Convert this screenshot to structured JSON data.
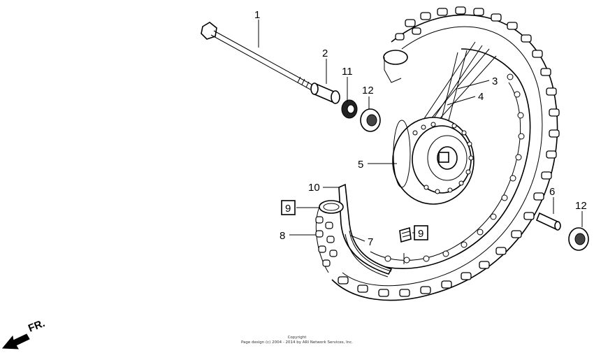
{
  "callouts": [
    {
      "id": "1",
      "label": "1",
      "boxed": false
    },
    {
      "id": "2",
      "label": "2",
      "boxed": false
    },
    {
      "id": "3",
      "label": "3",
      "boxed": false
    },
    {
      "id": "4",
      "label": "4",
      "boxed": false
    },
    {
      "id": "5",
      "label": "5",
      "boxed": false
    },
    {
      "id": "6",
      "label": "6",
      "boxed": false
    },
    {
      "id": "7",
      "label": "7",
      "boxed": false
    },
    {
      "id": "8",
      "label": "8",
      "boxed": false
    },
    {
      "id": "9a",
      "label": "9",
      "boxed": true
    },
    {
      "id": "9b",
      "label": "9",
      "boxed": true
    },
    {
      "id": "10",
      "label": "10",
      "boxed": false
    },
    {
      "id": "11",
      "label": "11",
      "boxed": false
    },
    {
      "id": "12a",
      "label": "12",
      "boxed": false
    },
    {
      "id": "12b",
      "label": "12",
      "boxed": false
    }
  ],
  "direction": {
    "label": "FR.",
    "icon": "front-direction-arrow-icon"
  },
  "copyright": {
    "line1": "Copyright",
    "line2": "Page design (c) 2004 - 2014 by ARI Network Services, Inc."
  }
}
